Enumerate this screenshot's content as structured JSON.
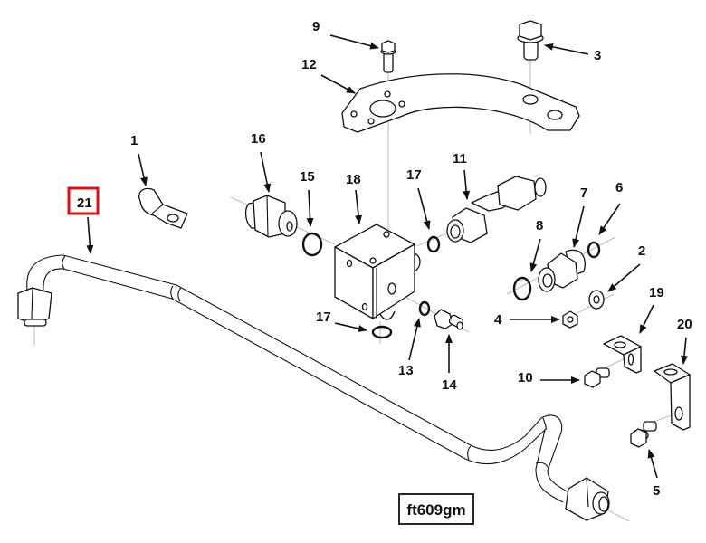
{
  "diagram": {
    "type": "exploded-parts-diagram",
    "reference_code": "ft609gm",
    "highlighted_callout": "21",
    "highlight_color": "#e01010",
    "callouts": [
      {
        "id": "c1",
        "label": "1",
        "part": "p-clip"
      },
      {
        "id": "c2",
        "label": "2",
        "part": "washer"
      },
      {
        "id": "c3",
        "label": "3",
        "part": "bolt-large"
      },
      {
        "id": "c4",
        "label": "4",
        "part": "nut"
      },
      {
        "id": "c5",
        "label": "5",
        "part": "bolt-bracket-20"
      },
      {
        "id": "c6",
        "label": "6",
        "part": "o-ring"
      },
      {
        "id": "c7",
        "label": "7",
        "part": "bulkhead-fitting"
      },
      {
        "id": "c8",
        "label": "8",
        "part": "o-ring"
      },
      {
        "id": "c9",
        "label": "9",
        "part": "bolt-small"
      },
      {
        "id": "c10",
        "label": "10",
        "part": "bolt-bracket-19"
      },
      {
        "id": "c11",
        "label": "11",
        "part": "tube-fitting"
      },
      {
        "id": "c12",
        "label": "12",
        "part": "mounting-plate"
      },
      {
        "id": "c13",
        "label": "13",
        "part": "o-ring"
      },
      {
        "id": "c14",
        "label": "14",
        "part": "plug-fitting"
      },
      {
        "id": "c15",
        "label": "15",
        "part": "o-ring"
      },
      {
        "id": "c16",
        "label": "16",
        "part": "adapter-fitting"
      },
      {
        "id": "c17a",
        "label": "17",
        "part": "o-ring"
      },
      {
        "id": "c17b",
        "label": "17",
        "part": "o-ring"
      },
      {
        "id": "c18",
        "label": "18",
        "part": "manifold-block"
      },
      {
        "id": "c19",
        "label": "19",
        "part": "bracket"
      },
      {
        "id": "c20",
        "label": "20",
        "part": "bracket-long"
      },
      {
        "id": "c21",
        "label": "21",
        "part": "hydraulic-tube"
      }
    ]
  }
}
